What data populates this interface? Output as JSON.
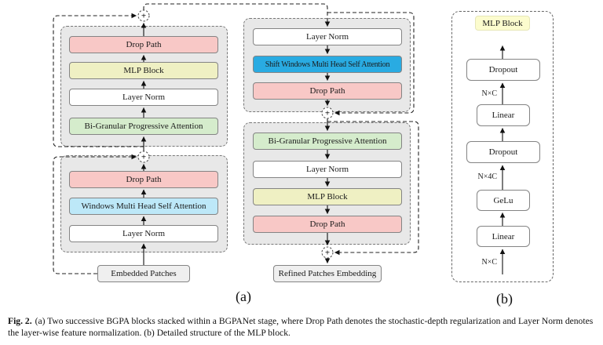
{
  "caption": {
    "tag": "Fig. 2.",
    "text": "(a) Two successive BGPA blocks stacked within a BGPANet stage, where Drop Path denotes the stochastic-depth regularization and Layer Norm denotes the layer-wise feature normalization. (b) Detailed structure of the MLP block."
  },
  "symbols": {
    "plus": "+"
  },
  "panel_a": {
    "label": "(a)",
    "input_box": "Embedded Patches",
    "output_box": "Refined Patches Embedding",
    "left_top_stack": [
      "Drop Path",
      "MLP Block",
      "Layer Norm",
      "Bi-Granular Progressive Attention"
    ],
    "left_bottom_stack": [
      "Drop Path",
      "Windows Multi Head Self Attention",
      "Layer Norm"
    ],
    "right_top_stack": [
      "Layer Norm",
      "Shift Windows Multi Head Self Attention",
      "Drop Path"
    ],
    "right_bottom_stack": [
      "Bi-Granular Progressive Attention",
      "Layer Norm",
      "MLP Block",
      "Drop Path"
    ]
  },
  "panel_b": {
    "label": "(b)",
    "title": "MLP Block",
    "stack_top_to_bottom": [
      "Dropout",
      "Linear",
      "Dropout",
      "GeLu",
      "Linear"
    ],
    "dim_label_top": "N×C",
    "dim_label_mid": "N×4C",
    "dim_label_bottom": "N×C"
  },
  "colors": {
    "drop_path": "#F8C8C6",
    "mlp_block": "#EFF0C3",
    "layer_norm": "#FFFFFF",
    "bgpa_attention": "#D5ECCC",
    "windows_mhsa": "#BDE8F8",
    "shift_windows_mhsa": "#29ABE2",
    "stage_container_fill": "#E8E8E8",
    "io_box_fill": "#EFEFEF",
    "mlp_title_fill": "#FCFCCE"
  }
}
